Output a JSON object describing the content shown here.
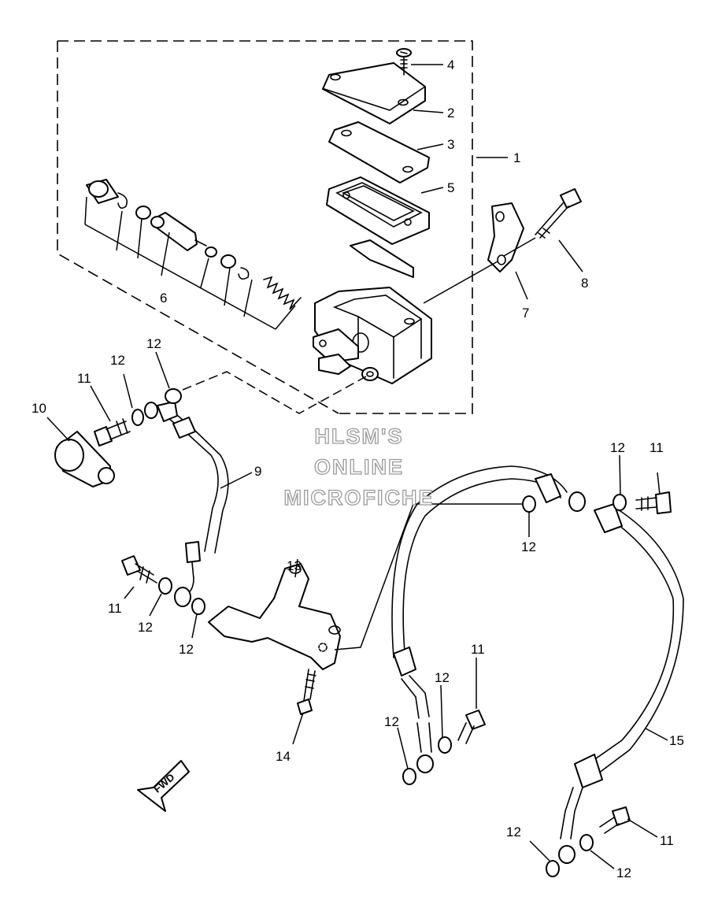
{
  "watermark": {
    "line1": "HLSM'S",
    "line2": "ONLINE",
    "line3": "MICROFICHE"
  },
  "direction_arrow": {
    "label": "FWD",
    "icon": "fwd-arrow-icon"
  },
  "callouts": {
    "c1": "1",
    "c2": "2",
    "c3": "3",
    "c4": "4",
    "c5": "5",
    "c6": "6",
    "c7": "7",
    "c8": "8",
    "c9": "9",
    "c10": "10",
    "c13": "13",
    "c14": "14",
    "c15": "15",
    "c11a": "11",
    "c11b": "11",
    "c11c": "11",
    "c11d": "11",
    "c11e": "11",
    "c12a": "12",
    "c12b": "12",
    "c12c": "12",
    "c12d": "12",
    "c12e": "12",
    "c12f": "12",
    "c12g": "12",
    "c12h": "12",
    "c12i": "12",
    "c12j": "12"
  },
  "colors": {
    "line": "#000000",
    "background": "#ffffff",
    "watermark_outline": "#9a9a9a"
  }
}
